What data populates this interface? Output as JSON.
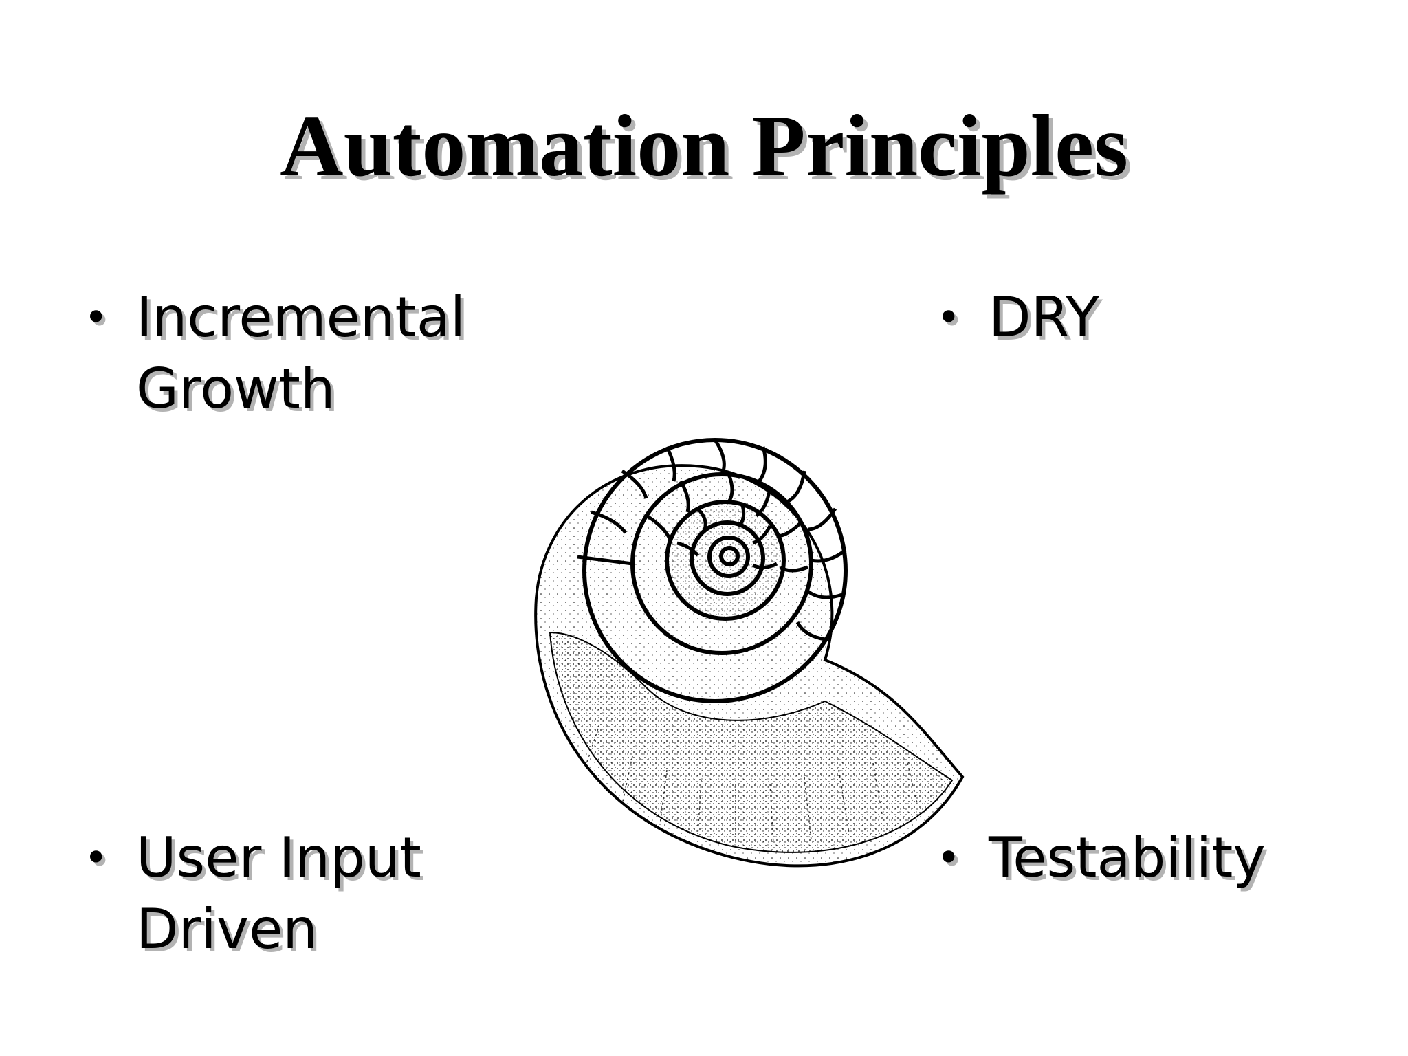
{
  "slide": {
    "title": "Automation Principles",
    "bullets": [
      {
        "marker": "•",
        "text": "Incremental\nGrowth"
      },
      {
        "marker": "•",
        "text": "DRY"
      },
      {
        "marker": "•",
        "text": "User Input\nDriven"
      },
      {
        "marker": "•",
        "text": "Testability"
      }
    ],
    "illustration": {
      "icon": "nautilus-shell-icon"
    }
  },
  "colors": {
    "background": "#ffffff",
    "text": "#000000",
    "shadow": "#b3b3b3"
  }
}
